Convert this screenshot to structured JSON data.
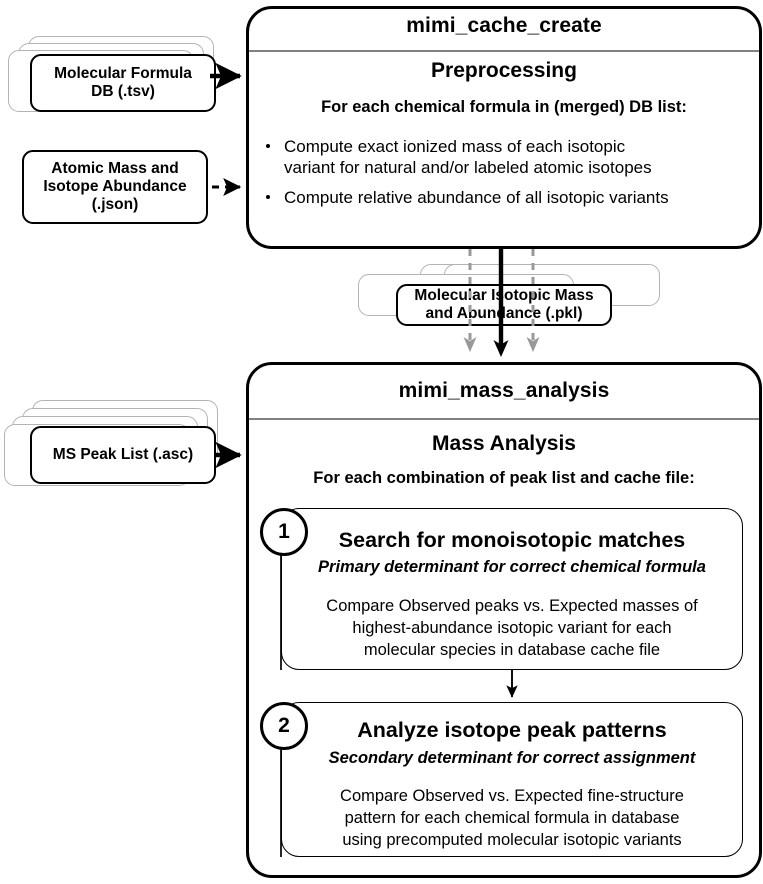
{
  "diagram": {
    "title": "mimi pipeline flowchart",
    "colors": {
      "stroke": "#000000",
      "ghost_stroke": "#b3b3b3",
      "divider": "#808080",
      "background": "#ffffff",
      "dashed_arrow": "#999999"
    }
  },
  "inputs": {
    "molecular_formula_db": {
      "label_line1": "Molecular Formula",
      "label_line2": "DB (.tsv)",
      "stack_count": 3
    },
    "atomic_mass": {
      "label_line1": "Atomic Mass and",
      "label_line2": "Isotope Abundance",
      "label_line3": "(.json)",
      "stack_count": 1
    },
    "ms_peak_list": {
      "label_line1": "MS Peak List (.asc)",
      "stack_count": 4
    }
  },
  "intermediate": {
    "cache_file": {
      "label_line1": "Molecular Isotopic Mass",
      "label_line2": "and Abundance (.pkl)",
      "stack_count": 3
    }
  },
  "cache_create": {
    "program_name": "mimi_cache_create",
    "section_title": "Preprocessing",
    "loop_text": "For each chemical formula in (merged) DB list:",
    "bullets": [
      "Compute exact ionized mass of each isotopic variant for natural and/or labeled atomic isotopes",
      "Compute relative abundance of all isotopic variants"
    ],
    "bullet_lines": [
      [
        "Compute exact ionized mass of each isotopic",
        "variant for natural and/or labeled atomic isotopes"
      ],
      [
        "Compute relative abundance of all isotopic variants"
      ]
    ]
  },
  "mass_analysis": {
    "program_name": "mimi_mass_analysis",
    "section_title": "Mass Analysis",
    "loop_text": "For each combination of peak list and cache file:",
    "steps": [
      {
        "number": "1",
        "title": "Search for monoisotopic matches",
        "subtitle": "Primary determinant for correct chemical formula",
        "body_lines": [
          "Compare Observed peaks vs. Expected masses of",
          "highest-abundance isotopic variant for each",
          "molecular species in database cache file"
        ]
      },
      {
        "number": "2",
        "title": "Analyze isotope peak patterns",
        "subtitle": "Secondary determinant for correct assignment",
        "body_lines": [
          "Compare Observed vs. Expected fine-structure",
          "pattern for each chemical formula in database",
          "using precomputed molecular isotopic variants"
        ]
      }
    ]
  }
}
